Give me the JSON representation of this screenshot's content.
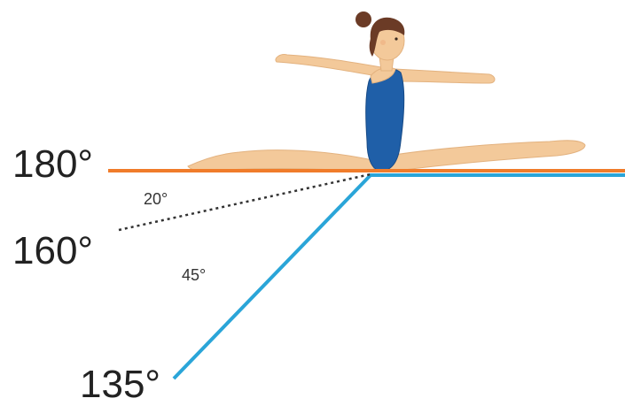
{
  "labels": {
    "angle_180": "180°",
    "angle_160": "160°",
    "angle_135": "135°",
    "diff_20": "20°",
    "diff_45": "45°"
  },
  "colors": {
    "line_180": "#f07c2a",
    "line_135": "#2aa5d8",
    "line_160_dotted": "#333333",
    "skin": "#f3c99a",
    "leotard": "#1f5fa8",
    "hair": "#6b3b26"
  },
  "figure": {
    "icon": "gymnast-split-icon"
  }
}
